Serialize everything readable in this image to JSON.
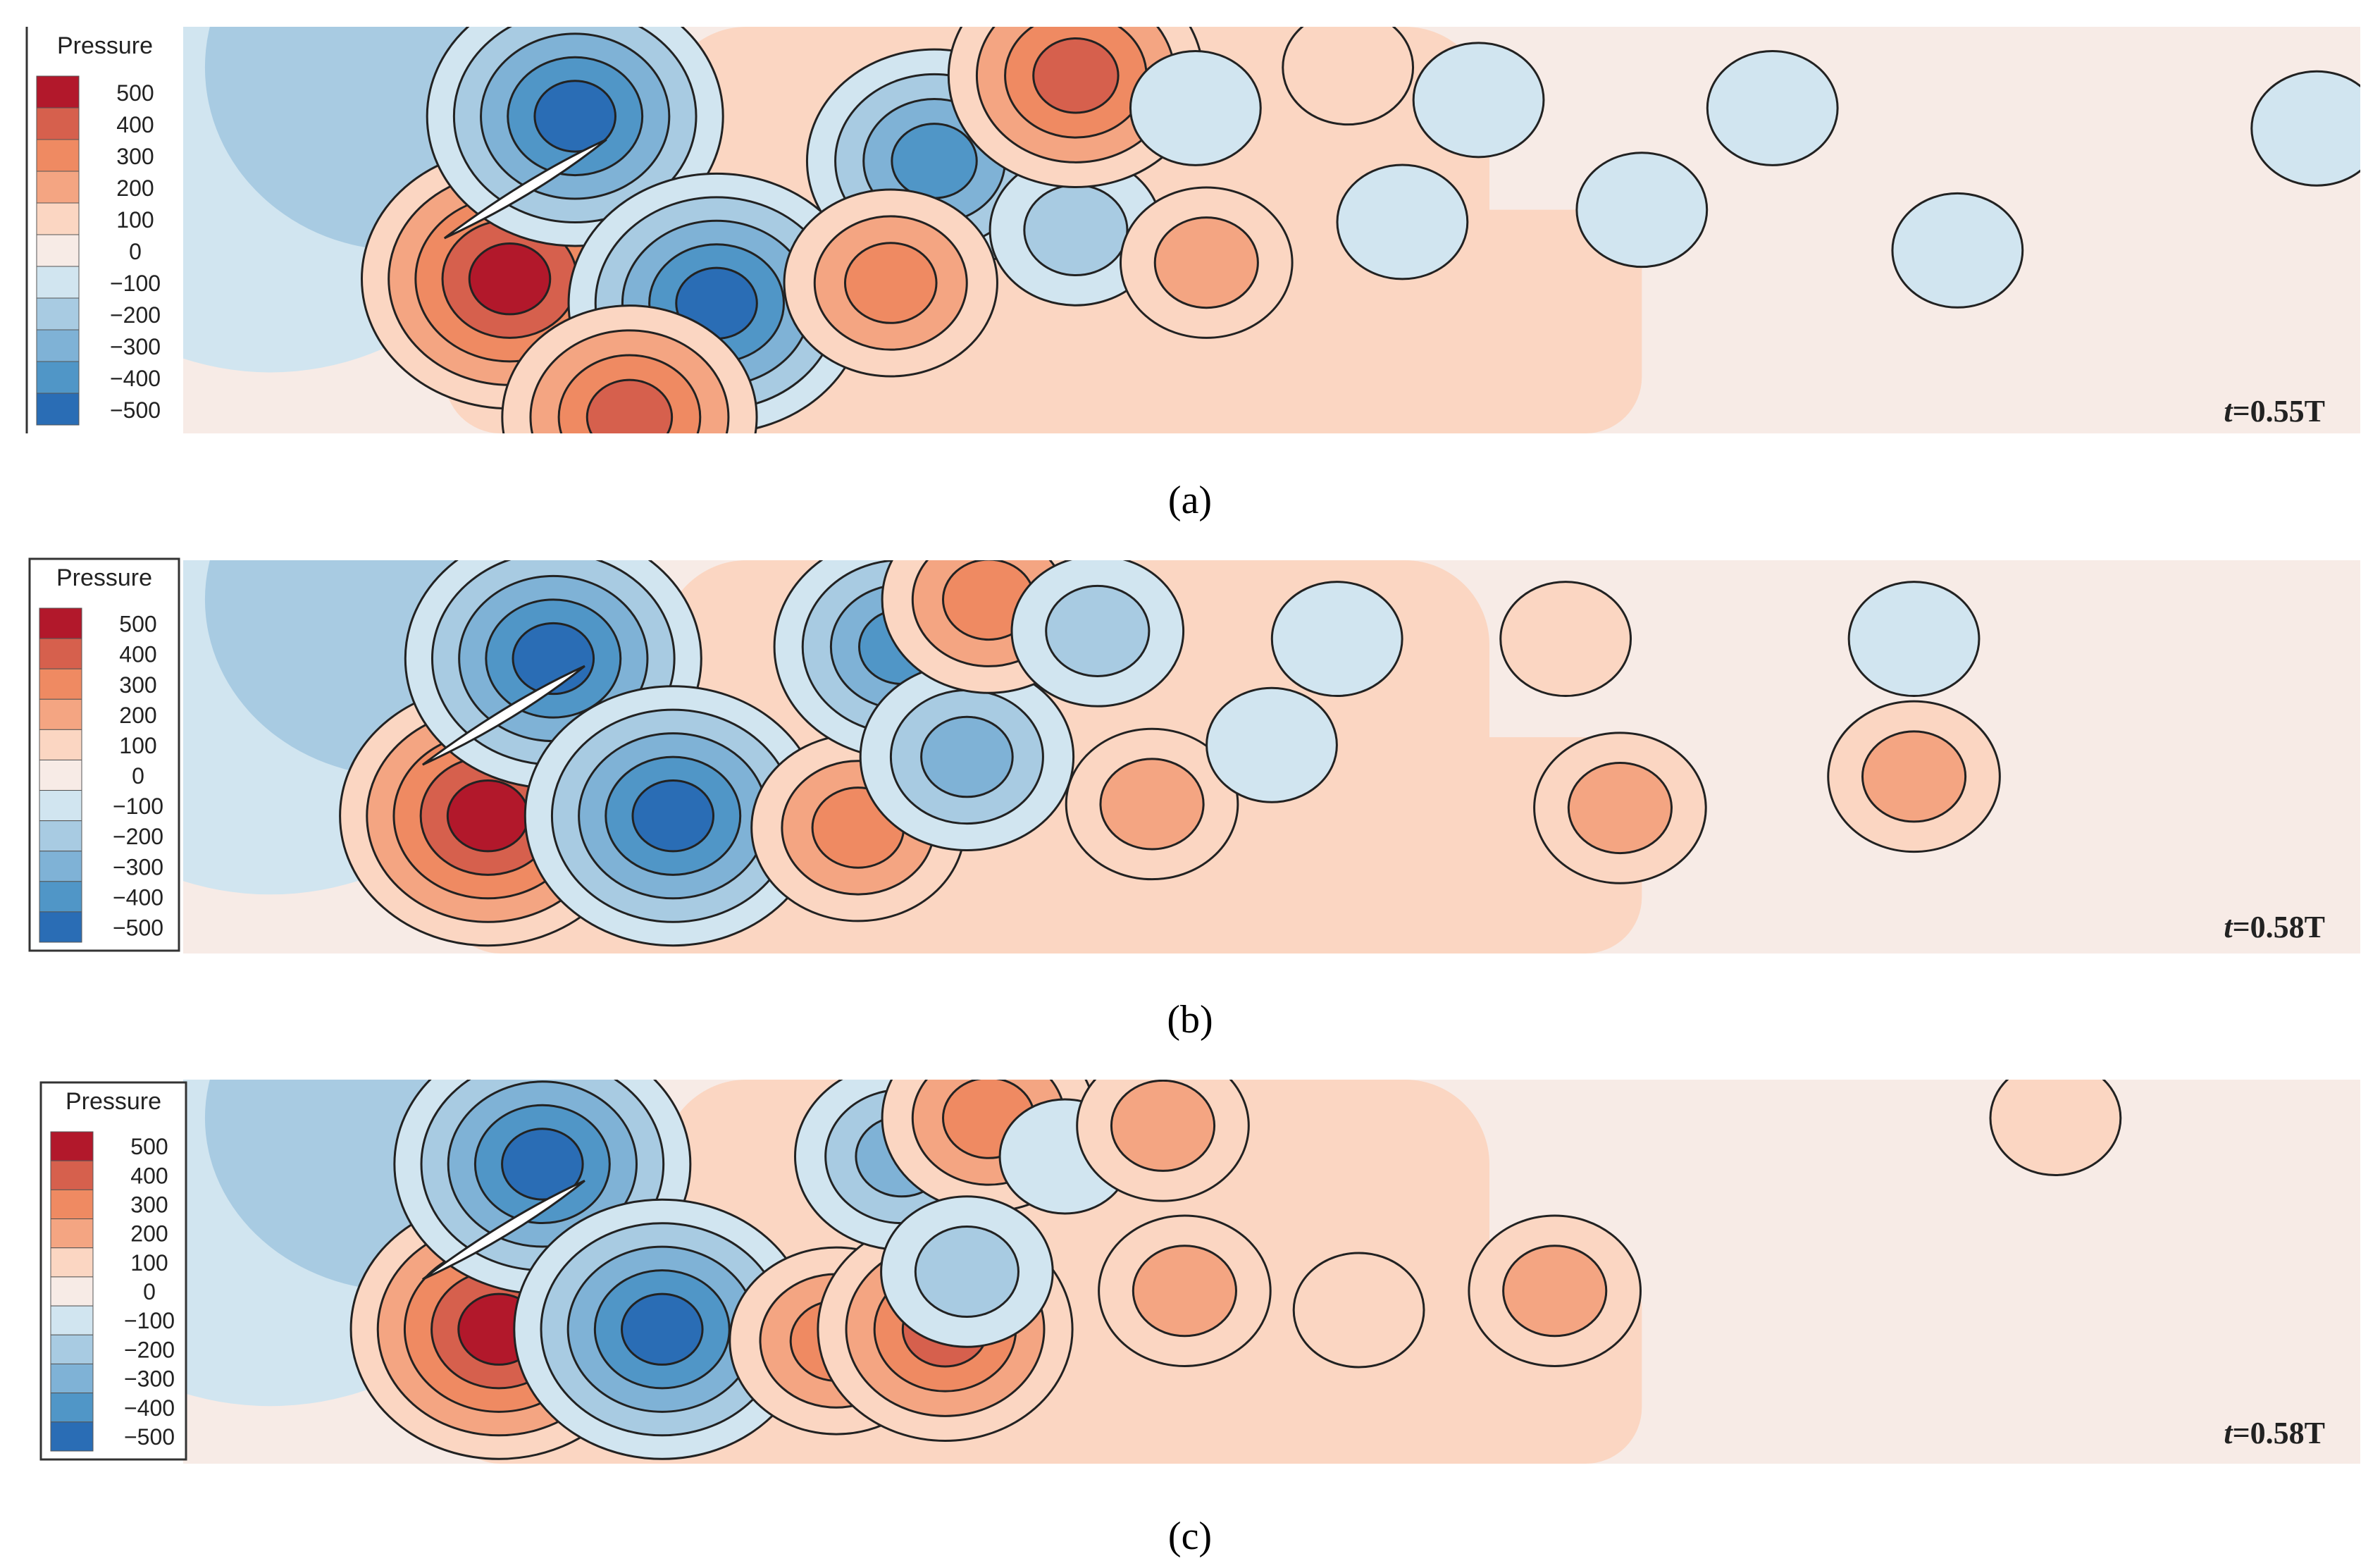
{
  "chart_data": [
    {
      "type": "heatmap",
      "panel_label": "(a)",
      "time_label_t": "t",
      "time_label_rest": "=0.55T",
      "legend": {
        "title": "Pressure",
        "levels": [
          "500",
          "400",
          "300",
          "200",
          "100",
          "0",
          "−100",
          "−200",
          "−300",
          "−400",
          "−500"
        ],
        "values": [
          500,
          400,
          300,
          200,
          100,
          0,
          -100,
          -200,
          -300,
          -400,
          -500
        ]
      },
      "extrema": [
        {
          "x": 0.15,
          "y": 0.62,
          "value": 500
        },
        {
          "x": 0.18,
          "y": 0.22,
          "value": -500
        },
        {
          "x": 0.245,
          "y": 0.68,
          "value": -500
        },
        {
          "x": 0.205,
          "y": 0.96,
          "value": 400
        },
        {
          "x": 0.345,
          "y": 0.33,
          "value": -400
        },
        {
          "x": 0.41,
          "y": 0.5,
          "value": -200
        },
        {
          "x": 0.41,
          "y": 0.12,
          "value": 400
        },
        {
          "x": 0.325,
          "y": 0.63,
          "value": 300
        },
        {
          "x": 0.47,
          "y": 0.58,
          "value": 200
        },
        {
          "x": 0.465,
          "y": 0.2,
          "value": -100
        },
        {
          "x": 0.535,
          "y": 0.1,
          "value": 100
        },
        {
          "x": 0.595,
          "y": 0.18,
          "value": -100
        },
        {
          "x": 0.56,
          "y": 0.48,
          "value": -100
        },
        {
          "x": 0.67,
          "y": 0.45,
          "value": -100
        },
        {
          "x": 0.73,
          "y": 0.2,
          "value": -100
        },
        {
          "x": 0.815,
          "y": 0.55,
          "value": -100
        },
        {
          "x": 0.98,
          "y": 0.25,
          "value": -100
        }
      ]
    },
    {
      "type": "heatmap",
      "panel_label": "(b)",
      "time_label_t": "t",
      "time_label_rest": "=0.58T",
      "legend": {
        "title": "Pressure",
        "levels": [
          "500",
          "400",
          "300",
          "200",
          "100",
          "0",
          "−100",
          "−200",
          "−300",
          "−400",
          "−500"
        ],
        "values": [
          500,
          400,
          300,
          200,
          100,
          0,
          -100,
          -200,
          -300,
          -400,
          -500
        ]
      },
      "extrema": [
        {
          "x": 0.14,
          "y": 0.65,
          "value": 500
        },
        {
          "x": 0.17,
          "y": 0.25,
          "value": -500
        },
        {
          "x": 0.225,
          "y": 0.65,
          "value": -500
        },
        {
          "x": 0.31,
          "y": 0.68,
          "value": 300
        },
        {
          "x": 0.33,
          "y": 0.22,
          "value": -400
        },
        {
          "x": 0.36,
          "y": 0.5,
          "value": -300
        },
        {
          "x": 0.37,
          "y": 0.1,
          "value": 300
        },
        {
          "x": 0.42,
          "y": 0.18,
          "value": -200
        },
        {
          "x": 0.445,
          "y": 0.62,
          "value": 200
        },
        {
          "x": 0.5,
          "y": 0.47,
          "value": -100
        },
        {
          "x": 0.53,
          "y": 0.2,
          "value": -100
        },
        {
          "x": 0.635,
          "y": 0.2,
          "value": 100
        },
        {
          "x": 0.66,
          "y": 0.63,
          "value": 200
        },
        {
          "x": 0.795,
          "y": 0.2,
          "value": -100
        },
        {
          "x": 0.795,
          "y": 0.55,
          "value": 200
        }
      ]
    },
    {
      "type": "heatmap",
      "panel_label": "(c)",
      "time_label_t": "t",
      "time_label_rest": "=0.58T",
      "legend": {
        "title": "Pressure",
        "levels": [
          "500",
          "400",
          "300",
          "200",
          "100",
          "0",
          "−100",
          "−200",
          "−300",
          "−400",
          "−500"
        ],
        "values": [
          500,
          400,
          300,
          200,
          100,
          0,
          -100,
          -200,
          -300,
          -400,
          -500
        ]
      },
      "extrema": [
        {
          "x": 0.145,
          "y": 0.65,
          "value": 500
        },
        {
          "x": 0.165,
          "y": 0.22,
          "value": -500
        },
        {
          "x": 0.22,
          "y": 0.65,
          "value": -500
        },
        {
          "x": 0.3,
          "y": 0.68,
          "value": 300
        },
        {
          "x": 0.35,
          "y": 0.65,
          "value": 400
        },
        {
          "x": 0.33,
          "y": 0.2,
          "value": -300
        },
        {
          "x": 0.37,
          "y": 0.1,
          "value": 300
        },
        {
          "x": 0.36,
          "y": 0.5,
          "value": -200
        },
        {
          "x": 0.405,
          "y": 0.2,
          "value": -100
        },
        {
          "x": 0.45,
          "y": 0.12,
          "value": 200
        },
        {
          "x": 0.46,
          "y": 0.55,
          "value": 200
        },
        {
          "x": 0.63,
          "y": 0.55,
          "value": 200
        },
        {
          "x": 0.54,
          "y": 0.6,
          "value": 100
        },
        {
          "x": 0.86,
          "y": 0.1,
          "value": 100
        }
      ]
    }
  ],
  "colors": {
    "p500": "#b2182b",
    "p400": "#d6604d",
    "p300": "#ef8a62",
    "p200": "#f4a582",
    "p100": "#fbd6c2",
    "p0": "#f7ebe6",
    "n0": "#e9eff2",
    "n100": "#d1e5f0",
    "n200": "#a8cbe2",
    "n300": "#7fb2d6",
    "n400": "#5096c7",
    "n500": "#2a6db5",
    "line": "#222222"
  }
}
